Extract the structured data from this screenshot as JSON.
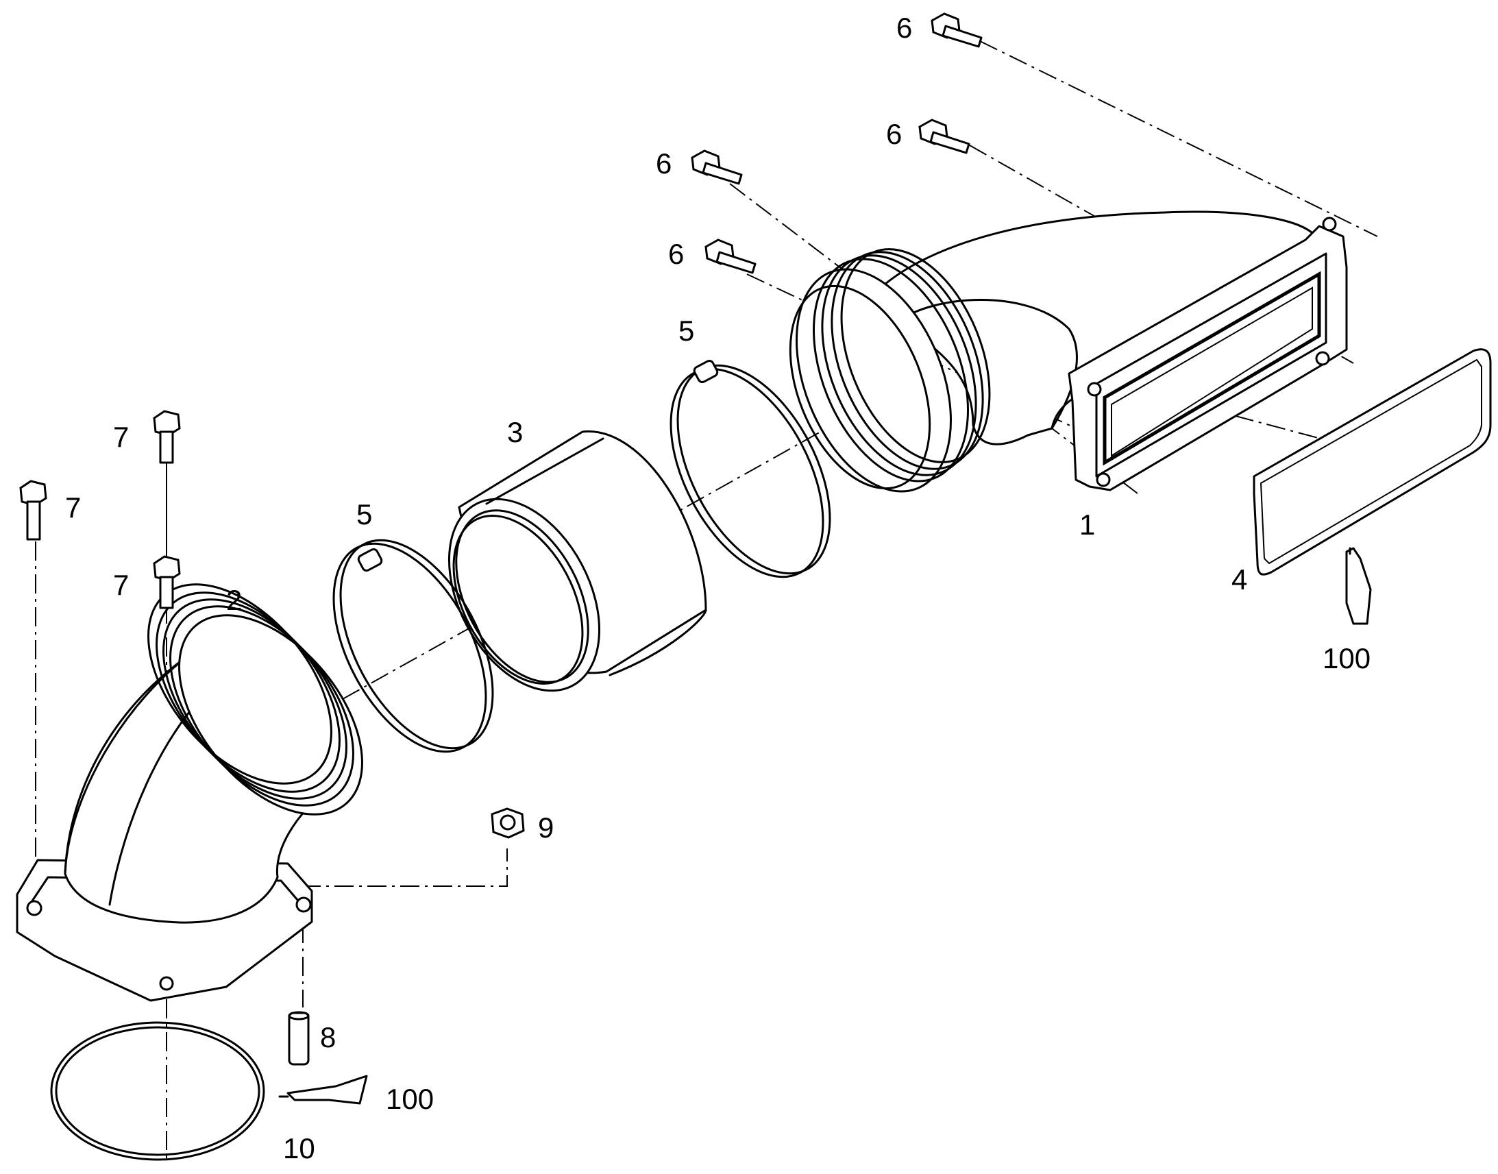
{
  "callouts": [
    {
      "id": "1",
      "text": "1"
    },
    {
      "id": "2",
      "text": "2"
    },
    {
      "id": "3",
      "text": "3"
    },
    {
      "id": "4",
      "text": "4"
    },
    {
      "id": "5a",
      "text": "5"
    },
    {
      "id": "5b",
      "text": "5"
    },
    {
      "id": "6a",
      "text": "6"
    },
    {
      "id": "6b",
      "text": "6"
    },
    {
      "id": "6c",
      "text": "6"
    },
    {
      "id": "6d",
      "text": "6"
    },
    {
      "id": "7a",
      "text": "7"
    },
    {
      "id": "7b",
      "text": "7"
    },
    {
      "id": "7c",
      "text": "7"
    },
    {
      "id": "8",
      "text": "8"
    },
    {
      "id": "9",
      "text": "9"
    },
    {
      "id": "10",
      "text": "10"
    },
    {
      "id": "100a",
      "text": "100"
    },
    {
      "id": "100b",
      "text": "100"
    }
  ]
}
